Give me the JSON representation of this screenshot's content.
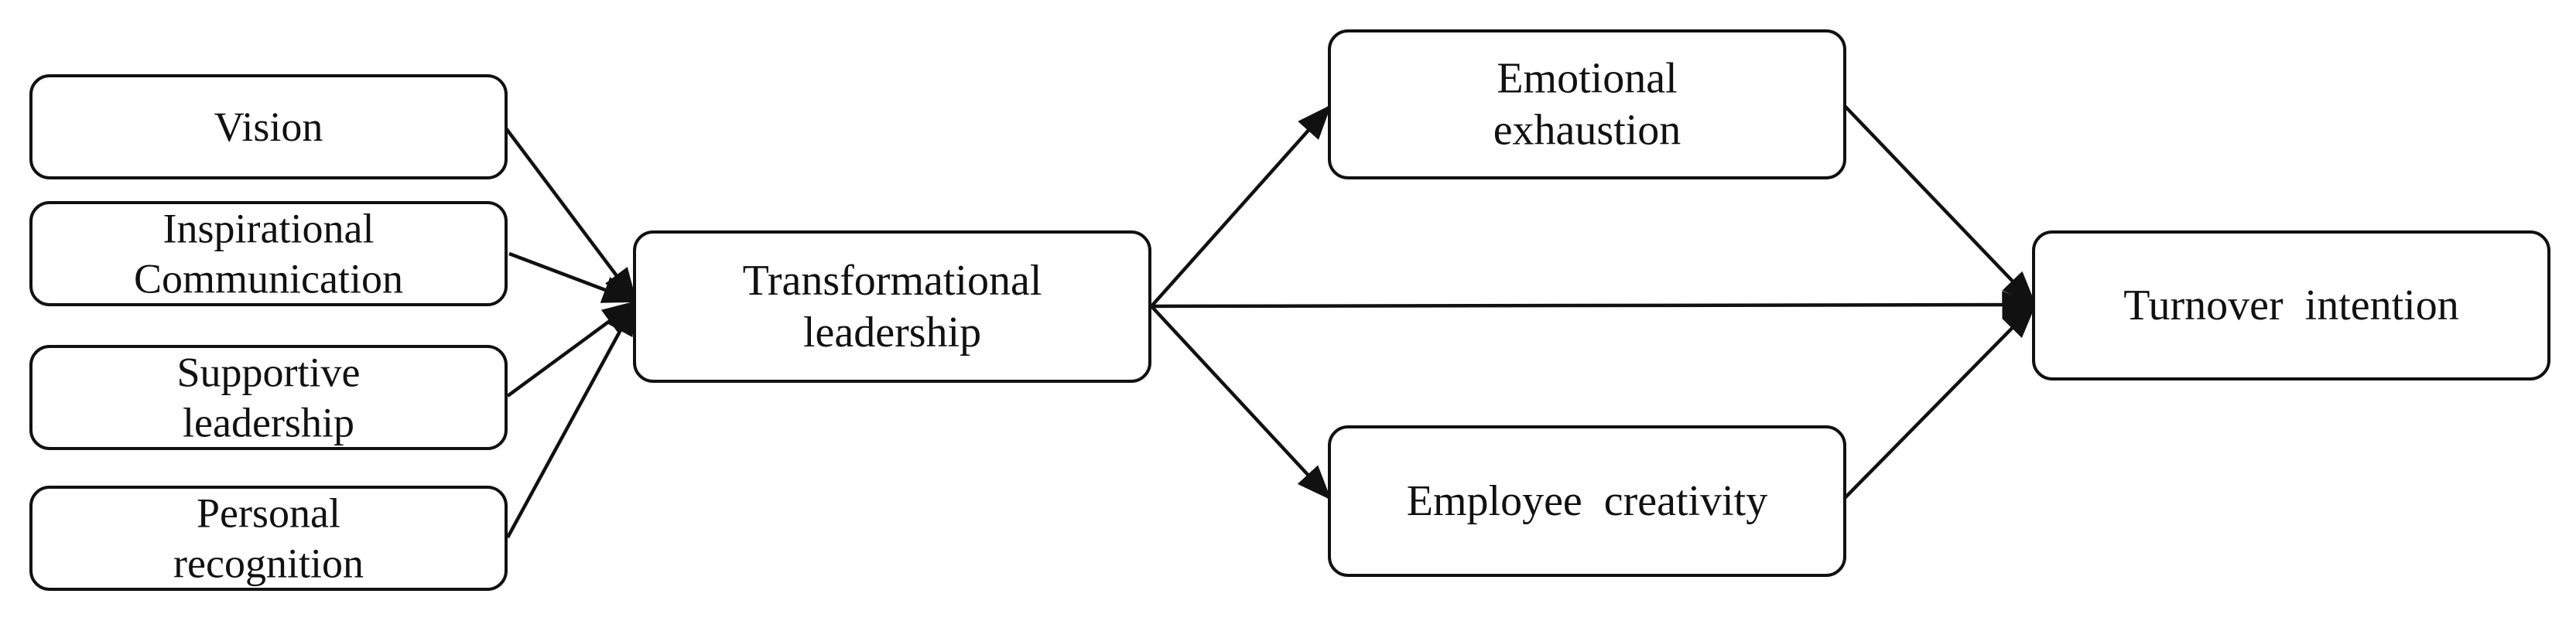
{
  "diagram": {
    "nodes": {
      "vision": {
        "lines": [
          "Vision"
        ]
      },
      "inspirational_communication": {
        "lines": [
          "Inspirational",
          "Communication"
        ]
      },
      "supportive_leadership": {
        "lines": [
          "Supportive",
          "leadership"
        ]
      },
      "personal_recognition": {
        "lines": [
          "Personal",
          "recognition"
        ]
      },
      "transformational_leadership": {
        "lines": [
          "Transformational",
          "leadership"
        ]
      },
      "emotional_exhaustion": {
        "lines": [
          "Emotional",
          "exhaustion"
        ]
      },
      "employee_creativity": {
        "lines": [
          "Employee  creativity"
        ]
      },
      "turnover_intention": {
        "lines": [
          "Turnover  intention"
        ]
      }
    },
    "edges": [
      {
        "from": "vision",
        "to": "transformational_leadership"
      },
      {
        "from": "inspirational_communication",
        "to": "transformational_leadership"
      },
      {
        "from": "supportive_leadership",
        "to": "transformational_leadership"
      },
      {
        "from": "personal_recognition",
        "to": "transformational_leadership"
      },
      {
        "from": "transformational_leadership",
        "to": "emotional_exhaustion"
      },
      {
        "from": "transformational_leadership",
        "to": "employee_creativity"
      },
      {
        "from": "transformational_leadership",
        "to": "turnover_intention"
      },
      {
        "from": "emotional_exhaustion",
        "to": "turnover_intention"
      },
      {
        "from": "employee_creativity",
        "to": "turnover_intention"
      }
    ],
    "colors": {
      "line": "#111111",
      "box_fill": "#ffffff",
      "text": "#111111"
    }
  }
}
